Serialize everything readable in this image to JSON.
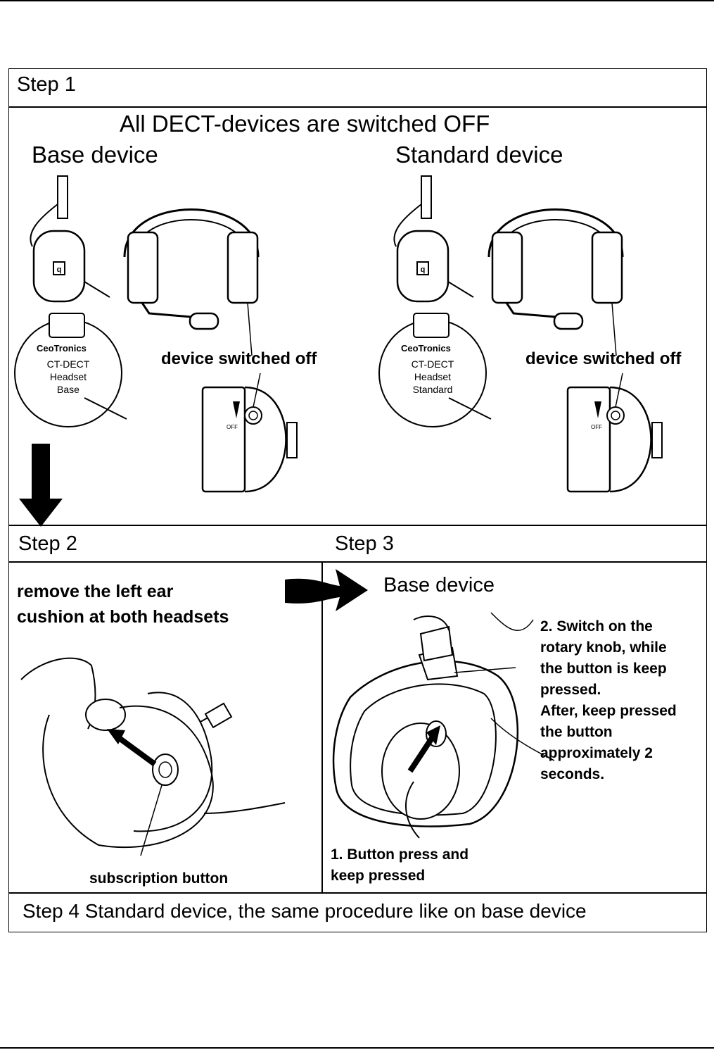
{
  "step1": {
    "label": "Step 1",
    "heading": "All DECT-devices are switched OFF",
    "base_title": "Base device",
    "standard_title": "Standard device",
    "switched_off_label": "device switched off",
    "off_mark": "OFF",
    "base_badge": {
      "brand": "CeoTronics",
      "lines": "CT-DECT\nHeadset\nBase"
    },
    "standard_badge": {
      "brand": "CeoTronics",
      "lines": "CT-DECT\nHeadset\nStandard"
    }
  },
  "step2": {
    "label": "Step 2",
    "instruction": "remove the left ear\ncushion at both headsets",
    "button_label": "subscription button"
  },
  "step3": {
    "label": "Step 3",
    "title": "Base device",
    "instruction_1": "1. Button press and\n    keep pressed",
    "instruction_2": "2. Switch on the\nrotary knob, while\nthe button is keep\npressed.\nAfter, keep pressed\nthe button\napproximately 2\nseconds."
  },
  "step4": {
    "label": "Step 4 Standard device, the same procedure like on base device"
  }
}
